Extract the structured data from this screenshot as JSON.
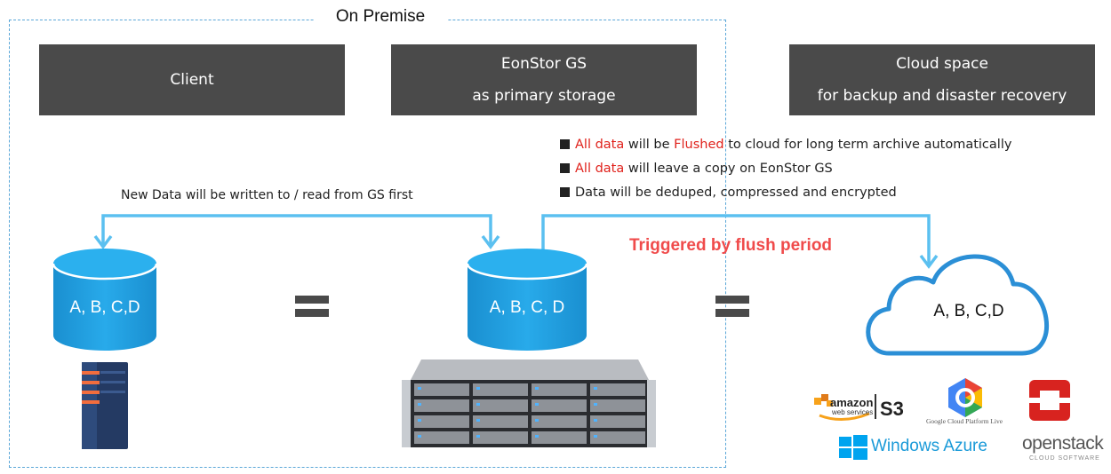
{
  "premise": {
    "title": "On Premise"
  },
  "headers": {
    "client": {
      "line1": "Client"
    },
    "eonstor": {
      "line1": "EonStor GS",
      "line2": "as primary storage"
    },
    "cloud": {
      "line1": "Cloud space",
      "line2": "for backup and disaster recovery"
    }
  },
  "bullets": [
    {
      "highlight": "All data",
      "mid": " will be ",
      "highlight2": "Flushed",
      "rest": " to cloud for long term archive automatically"
    },
    {
      "highlight": "All data",
      "rest": " will leave a copy on EonStor GS"
    },
    {
      "text": "Data will be deduped, compressed and encrypted"
    }
  ],
  "labels": {
    "new_data": "New Data will be written to / read from GS first",
    "trigger": "Triggered by flush period"
  },
  "storage": {
    "client_cyl": "A, B, C,D",
    "gs_cyl": "A, B, C, D",
    "cloud": "A, B, C,D"
  },
  "logos": {
    "amazon": "amazon",
    "amazon_sub": "web services",
    "s3": "S3",
    "google": "Google Cloud Platform Live",
    "azure": "Windows Azure",
    "openstack": "openstack",
    "openstack_sub": "CLOUD SOFTWARE"
  },
  "colors": {
    "arrow": "#5bc0f0",
    "cylinder": "#1e9ee0",
    "header_bg": "#4a4a4a",
    "highlight": "#e0221c",
    "trigger": "#f04b4b"
  }
}
